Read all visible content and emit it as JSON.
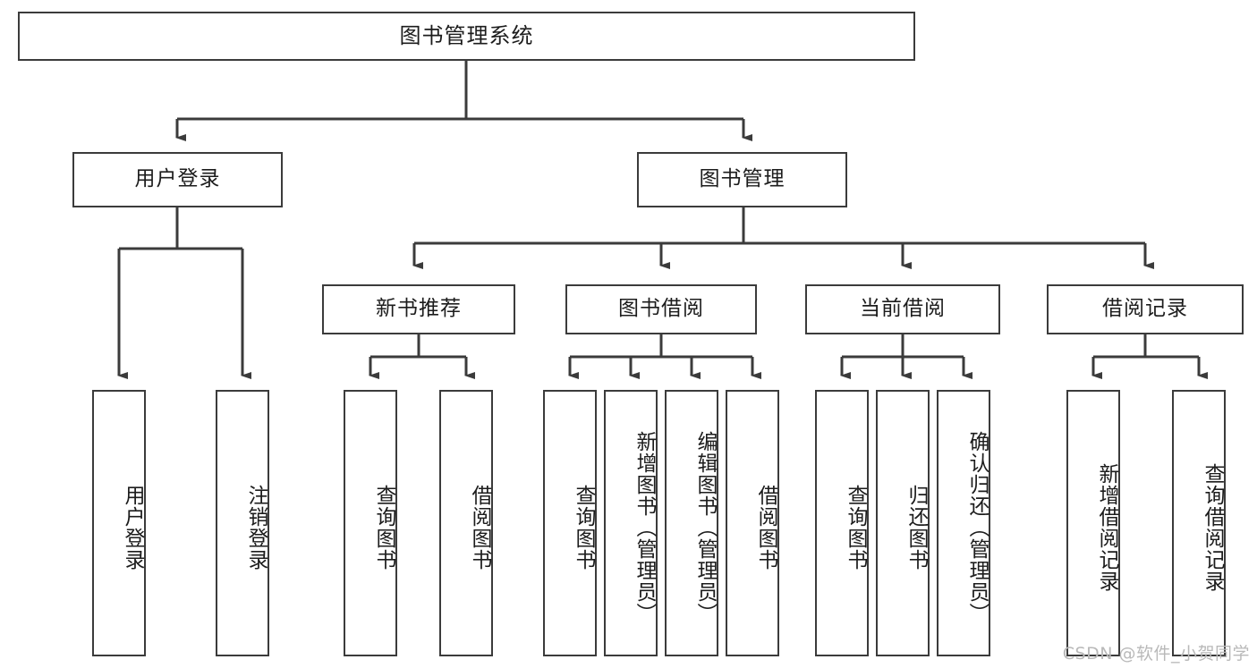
{
  "diagram": {
    "title": "图书管理系统",
    "type": "tree-hierarchy",
    "watermark": "CSDN @软件_小贺同学",
    "colors": {
      "box_border": "#3b3b3b",
      "box_fill": "#ffffff",
      "connector": "#3b3b3b",
      "text": "#1c1c1c",
      "watermark": "#b9b9b9"
    },
    "root": {
      "label": "图书管理系统"
    },
    "level2": [
      {
        "label": "用户登录"
      },
      {
        "label": "图书管理"
      }
    ],
    "level3": [
      {
        "label": "新书推荐"
      },
      {
        "label": "图书借阅"
      },
      {
        "label": "当前借阅"
      },
      {
        "label": "借阅记录"
      }
    ],
    "leaves": {
      "user_login": [
        {
          "label": "用户登录"
        },
        {
          "label": "注销登录"
        }
      ],
      "new_book_recommend": [
        {
          "label": "查询图书"
        },
        {
          "label": "借阅图书"
        }
      ],
      "book_borrow": [
        {
          "label": "查询图书"
        },
        {
          "label": "新增图书（管理员）"
        },
        {
          "label": "编辑图书（管理员）"
        },
        {
          "label": "借阅图书"
        }
      ],
      "current_borrow": [
        {
          "label": "查询图书"
        },
        {
          "label": "归还图书"
        },
        {
          "label": "确认归还（管理员）"
        }
      ],
      "borrow_record": [
        {
          "label": "新增借阅记录"
        },
        {
          "label": "查询借阅记录"
        }
      ]
    }
  }
}
